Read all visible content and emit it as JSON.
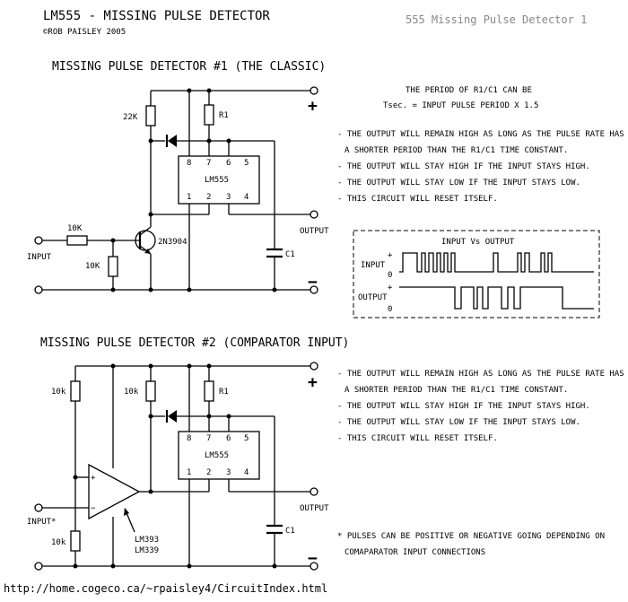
{
  "header": {
    "title": "LM555 - MISSING PULSE DETECTOR",
    "copyright": "©ROB PAISLEY 2005",
    "corner_label": "555 Missing Pulse Detector 1"
  },
  "circuit1": {
    "heading": "MISSING PULSE DETECTOR #1  (THE CLASSIC)",
    "r_pullup": "22K",
    "r1": "R1",
    "chip": "LM555",
    "pins_top": [
      "8",
      "7",
      "6",
      "5"
    ],
    "pins_bottom": [
      "1",
      "2",
      "3",
      "4"
    ],
    "transistor": "2N3904",
    "r_input": "10K",
    "r_base": "10K",
    "input": "INPUT",
    "output": "OUTPUT",
    "cap": "C1",
    "plus": "+",
    "minus": "−",
    "period_title": "THE PERIOD OF R1/C1 CAN BE",
    "period_formula": "Tsec. = INPUT PULSE PERIOD X 1.5",
    "notes": [
      "- THE OUTPUT WILL REMAIN HIGH AS LONG AS THE PULSE RATE HAS",
      "A SHORTER PERIOD THAN THE R1/C1 TIME CONSTANT.",
      "- THE OUTPUT WILL STAY HIGH IF THE INPUT STAYS HIGH.",
      "- THE OUTPUT WILL STAY LOW IF THE INPUT STAYS LOW.",
      "- THIS CIRCUIT WILL RESET ITSELF."
    ]
  },
  "timing": {
    "title": "INPUT Vs OUTPUT",
    "input_label": "INPUT",
    "output_label": "OUTPUT",
    "plus": "+",
    "zero": "0"
  },
  "circuit2": {
    "heading": "MISSING PULSE DETECTOR #2  (COMPARATOR INPUT)",
    "r_top_left": "10k",
    "r_bottom_left": "10k",
    "r_pullup": "10k",
    "r1": "R1",
    "chip": "LM555",
    "pins_top": [
      "8",
      "7",
      "6",
      "5"
    ],
    "pins_bottom": [
      "1",
      "2",
      "3",
      "4"
    ],
    "comparator_plus": "+",
    "comparator_minus": "−",
    "comparator_parts": [
      "LM393",
      "LM339"
    ],
    "input": "INPUT*",
    "output": "OUTPUT",
    "cap": "C1",
    "plus": "+",
    "minus": "−",
    "notes": [
      "- THE OUTPUT WILL REMAIN HIGH AS LONG AS THE PULSE RATE HAS",
      "A SHORTER PERIOD THAN THE R1/C1 TIME CONSTANT.",
      "- THE OUTPUT WILL STAY HIGH IF THE INPUT STAYS HIGH.",
      "- THE OUTPUT WILL STAY LOW IF THE INPUT STAYS LOW.",
      "- THIS CIRCUIT WILL RESET ITSELF."
    ],
    "footnote": [
      "* PULSES CAN BE POSITIVE OR NEGATIVE GOING DEPENDING ON",
      "COMAPARATOR INPUT CONNECTIONS"
    ]
  },
  "footer": {
    "url": "http://home.cogeco.ca/~rpaisley4/CircuitIndex.html"
  }
}
